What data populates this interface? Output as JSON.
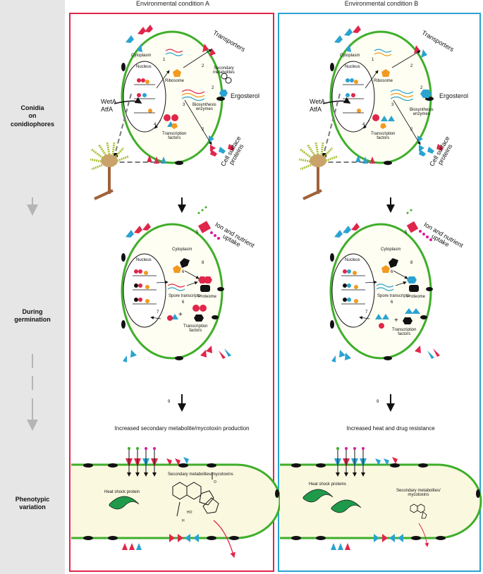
{
  "columns": {
    "a_title": "Environmental condition A",
    "b_title": "Environmental condition B"
  },
  "stages": {
    "conidia_line1": "Conidia",
    "conidia_line2": "on",
    "conidia_line3": "conidiophores",
    "germination_line1": "During",
    "germination_line2": "germination",
    "phenotypic_line1": "Phenotypic",
    "phenotypic_line2": "variation"
  },
  "labels": {
    "transporters": "Transporters",
    "ergosterol": "Ergosterol",
    "cytoplasm": "Cytoplasm",
    "nucleus": "Nucleus",
    "ribosome": "Ribosome",
    "secondary_metabolites_1": "Secondary",
    "secondary_metabolites_2": "metabolites",
    "biosynthesis_1": "Biosynthesis",
    "biosynthesis_2": "enzymes",
    "transcription_1": "Transcription",
    "transcription_2": "factors",
    "cell_surface_1": "Cell surface",
    "cell_surface_2": "proteins",
    "weta": "WetA",
    "atfa": "AtfA",
    "ion_uptake_1": "Ion and nutrient",
    "ion_uptake_2": "uptake",
    "spore_transcripts": "Spore transcripts",
    "proteome": "Proteome",
    "heat_shock_protein": "Heat shock protein",
    "heat_shock_proteins": "Heat shock proteins",
    "secmet_mycotoxins": "Secondary metabolites/mycotoxins",
    "secmet_split_1": "Secondary metabolites/",
    "secmet_split_2": "mycotoxins",
    "outcome_a": "Increased secondary metabolite/mycotoxin production",
    "outcome_b": "Increased heat and drug resistance",
    "num1": "1",
    "num2": "2",
    "num3": "3",
    "num4": "4",
    "num5": "5",
    "num6": "6",
    "num7": "7",
    "num8": "8",
    "num9": "9",
    "struct_h": "H",
    "struct_ho": "HO",
    "struct_o": "O"
  },
  "colors": {
    "red": "#e0264a",
    "blue": "#2aa3d1",
    "membrane": "#3fae2a",
    "spore_fill": "#fbf8e0",
    "orange": "#f29a1f",
    "sidebar": "#e6e6e6"
  }
}
